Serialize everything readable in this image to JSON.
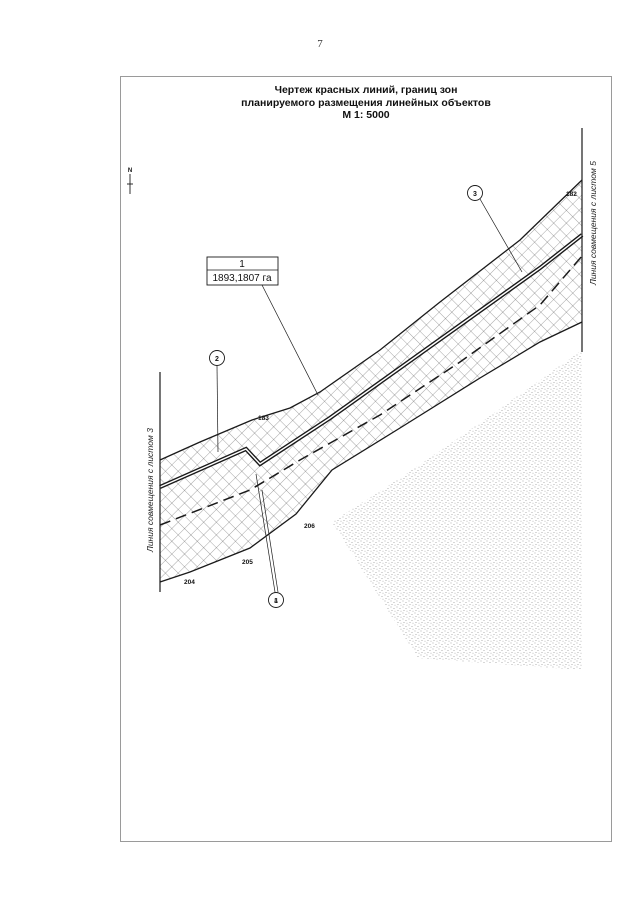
{
  "page_number": "7",
  "title": {
    "line1": "Чертеж красных линий, границ зон",
    "line2": "планируемого размещения линейных объектов",
    "line3": "М 1: 5000"
  },
  "north_arrow": {
    "label": "N"
  },
  "left_match_line_label": "Линия совмещения с листом 3",
  "right_match_line_label": "Линия совмещения с листом 5",
  "zone_label": {
    "number": "1",
    "area": "1893,1807 га"
  },
  "callouts": [
    "2",
    "3",
    "1",
    "4"
  ],
  "points": [
    "182",
    "183",
    "204",
    "205",
    "206"
  ],
  "colors": {
    "line": "#1a1a1a",
    "frame": "#9a9a9a",
    "stipple": "#9a9a9a"
  }
}
